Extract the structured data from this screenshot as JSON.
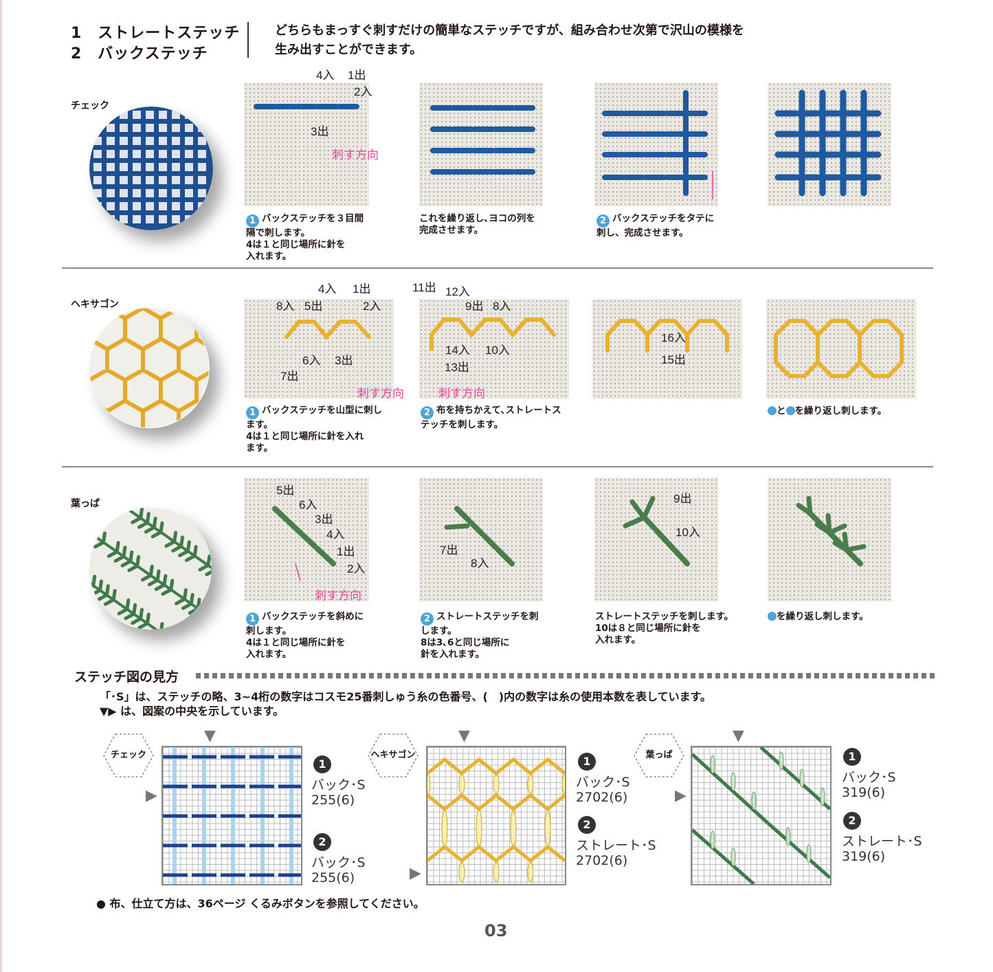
{
  "header": {
    "title1": "1　ストレートステッチ",
    "title2": "2　バックステッチ",
    "intro1": "どちらもまっすぐ刺すだけの簡単なステッチですが、組み合わせ次第で沢山の模様を",
    "intro2": "生み出すことができます。"
  },
  "colors": {
    "blue": "#1f5aa0",
    "yellow": "#e8b22e",
    "green": "#4a7d4c",
    "pink": "#e4479a",
    "step": "#4fa3d8"
  },
  "check": {
    "title": "チェック",
    "labels": {
      "a": "4入",
      "b": "1出",
      "c": "2入",
      "d": "3出",
      "dir": "刺す方向"
    },
    "captions": [
      "バックステッチを３目間\n隔で刺します。\n4は１と同じ場所に針を\n入れます。",
      "これを繰り返し､ヨコの列を\n完成させます。",
      "バックステッチをタテに\n刺し、完成させます。"
    ],
    "nums": [
      "1",
      "2"
    ]
  },
  "hexagon": {
    "title": "ヘキサゴン",
    "p1": {
      "a": "4入",
      "b": "1出",
      "c": "8入",
      "d": "5出",
      "e": "2入",
      "f": "6入",
      "g": "3出",
      "h": "7出",
      "dir": "刺す方向"
    },
    "p2": {
      "a": "11出",
      "b": "12入",
      "c": "9出",
      "d": "8入",
      "e": "14入",
      "f": "10入",
      "g": "13出",
      "dir": "刺す方向"
    },
    "p3": {
      "a": "16入",
      "b": "15出"
    },
    "captions": [
      "バックステッチを山型に刺し\nます。\n4は１と同じ場所に針を入れ\nます。",
      "布を持ちかえて､ストレートス\nテッチを刺します。",
      "と",
      "を繰り返し刺します。"
    ],
    "nums": [
      "1",
      "2"
    ]
  },
  "leaf": {
    "title": "葉っぱ",
    "p1": {
      "a": "5出",
      "b": "6入",
      "c": "3出",
      "d": "4入",
      "e": "1出",
      "f": "2入",
      "dir": "刺す方向"
    },
    "p2": {
      "a": "7出",
      "b": "8入"
    },
    "p3": {
      "a": "9出",
      "b": "10入"
    },
    "captions": [
      "バックステッチを斜めに\n刺します。\n4は１と同じ場所に針を\n入れます。",
      "ストレートステッチを刺\nします。\n8は3､6と同じ場所に\n針を入れます。",
      "ストレートステッチを刺します。\n10は８と同じ場所に針を\n入れます。",
      "を繰り返し刺します。"
    ],
    "nums": [
      "1",
      "2"
    ]
  },
  "legend": {
    "title": "ステッチ図の見方",
    "note1": "「･S」は、ステッチの略、3~4桁の数字はコスモ25番刺しゅう糸の色番号、(　)内の数字は糸の使用本数を表しています。",
    "note2": "▼▶ は、図案の中央を示しています。",
    "charts": [
      {
        "name": "チェック",
        "c1": "バック･S\n255(6)",
        "c2": "バック･S\n255(6)"
      },
      {
        "name": "ヘキサゴン",
        "c1": "バック･S\n2702(6)",
        "c2": "ストレート･S\n2702(6)"
      },
      {
        "name": "葉っぱ",
        "c1": "バック･S\n319(6)",
        "c2": "ストレート･S\n319(6)"
      }
    ],
    "nums": [
      "1",
      "2"
    ]
  },
  "footer": {
    "note": "● 布、仕立て方は、36ページ くるみボタンを参照してください。",
    "page": "03"
  }
}
